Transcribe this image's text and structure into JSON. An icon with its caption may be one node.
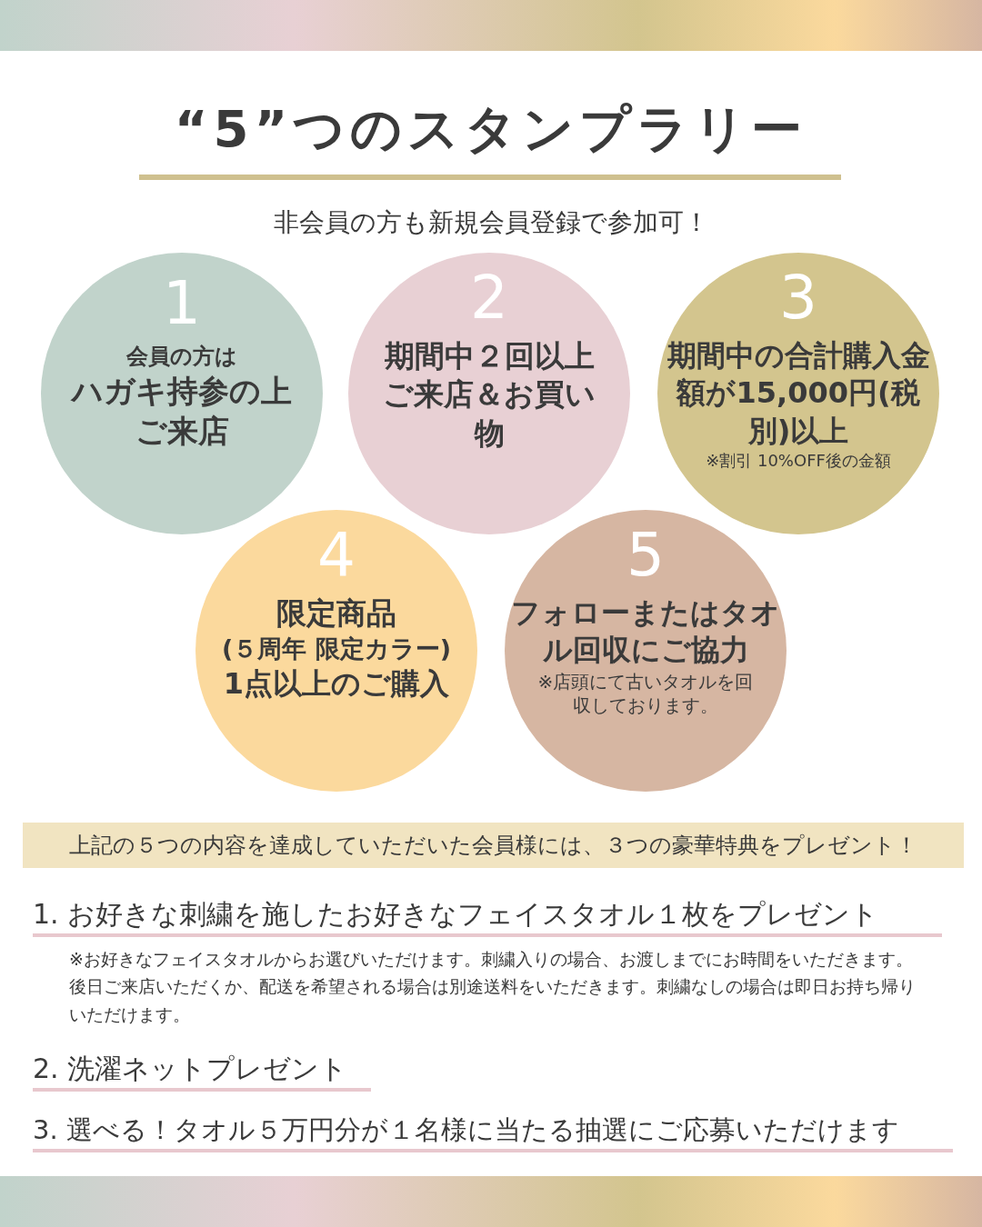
{
  "diagram": {
    "title": "“5”つのスタンプラリー",
    "nodes": [
      {
        "text": [],
        "shape": "bar"
      },
      {
        "text": [
          "1",
          "会員の方は",
          "ハガキ持参の上ご来店"
        ]
      },
      {
        "text": [
          "2",
          "期間中２回以上ご来店＆お買い物"
        ]
      },
      {
        "text": [
          "3",
          "期間中の合計購入金額が15,000円(税別)以上",
          "※割引 10%OFF後の金額"
        ]
      },
      {
        "text": [
          "4",
          "限定商品",
          "(５周年 限定カラー)",
          "1点以上のご購入"
        ]
      },
      {
        "text": [
          "5",
          "フォローまたはタオル回収にご協力",
          "※店頭にて古いタオルを回収しております。"
        ]
      },
      {
        "text": [
          "上記の５つの内容を達成していただいた会員様には、３つの豪華特典をプレゼント！"
        ]
      },
      {
        "text": [],
        "shape": "bar"
      }
    ],
    "labels": [
      "非会員の方も新規会員登録で参加可！",
      "1. お好きな刺繍を施したお好きなフェイスタオル１枚をプレゼント",
      "※お好きなフェイスタオルからお選びいただけます。刺繍入りの場合、お渡しまでにお時間をいただきます。後日ご来店いただくか、配送を希望される場合は別途送料をいただきます。刺繍なしの場合は即日お持ち帰りいただけます。",
      "2. 洗濯ネットプレゼント",
      "3. 選べる！タオル５万円分が１名様に当たる抽選にご応募いただけます"
    ]
  }
}
